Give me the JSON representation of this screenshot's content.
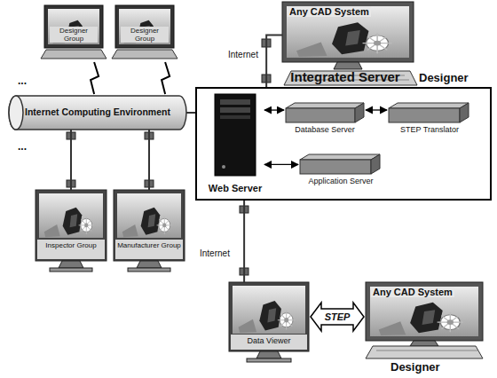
{
  "diagram": {
    "nodes": [
      {
        "text": [
          "Any CAD System",
          "Designer"
        ]
      },
      {
        "text": [
          "Designer Group"
        ]
      },
      {
        "text": [
          "Designer Group"
        ]
      },
      {
        "text": [
          "Integrated Server"
        ]
      },
      {
        "text": [
          "Web Server"
        ],
        "in": 3
      },
      {
        "text": [
          "Database Server"
        ],
        "in": 3
      },
      {
        "text": [
          "STEP Translator"
        ],
        "in": 3
      },
      {
        "text": [
          "Application Server"
        ],
        "in": 3
      },
      {
        "text": [
          "Internet Computing Environment"
        ]
      },
      {
        "text": [
          "Inspector Group"
        ]
      },
      {
        "text": [
          "Manufacturer Group"
        ]
      },
      {
        "text": [
          "Data Viewer"
        ]
      },
      {
        "text": [
          "Any CAD System",
          "Designer"
        ]
      }
    ],
    "edges": [
      {
        "from": 0,
        "to": 3,
        "arrow": "none",
        "label": "Internet"
      },
      {
        "from": 1,
        "to": 8,
        "arrow": "none"
      },
      {
        "from": 2,
        "to": 8,
        "arrow": "none"
      },
      {
        "from": 9,
        "to": 8,
        "arrow": "none"
      },
      {
        "from": 10,
        "to": 8,
        "arrow": "none"
      },
      {
        "from": 8,
        "to": 3,
        "arrow": "none"
      },
      {
        "from": 4,
        "to": 5,
        "arrow": "both"
      },
      {
        "from": 5,
        "to": 6,
        "arrow": "both"
      },
      {
        "from": 4,
        "to": 7,
        "arrow": "both"
      },
      {
        "from": 3,
        "to": 11,
        "arrow": "none",
        "label": "Internet"
      },
      {
        "from": 11,
        "to": 12,
        "arrow": "both",
        "label": "STEP"
      }
    ],
    "labels": [
      "...",
      "..."
    ]
  }
}
